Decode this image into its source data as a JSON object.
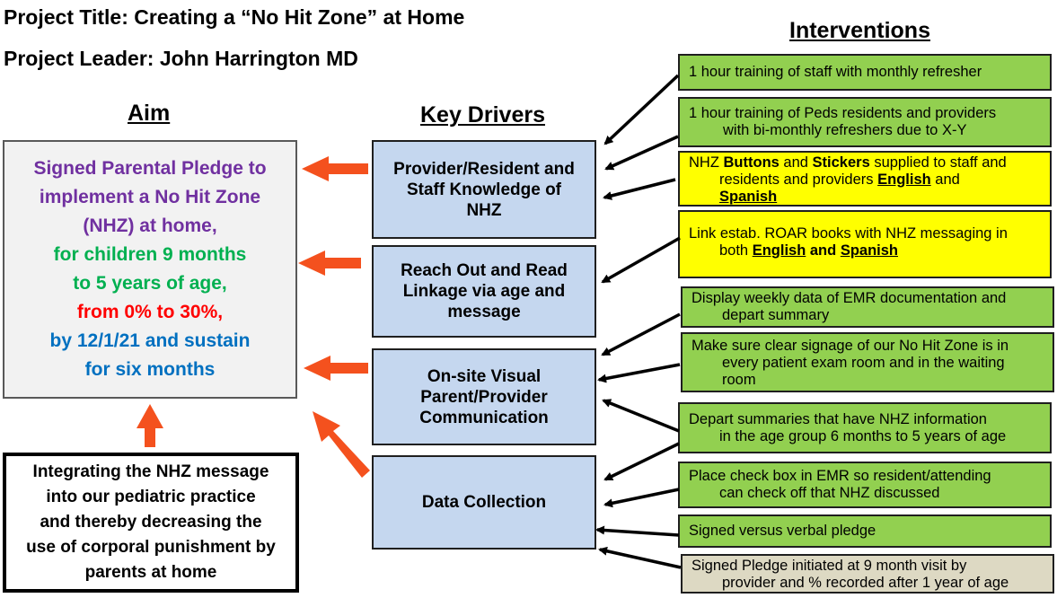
{
  "header": {
    "title": "Project Title: Creating a “No Hit Zone” at Home",
    "leader": "Project Leader: John Harrington MD"
  },
  "columns": {
    "aim": "Aim",
    "key_drivers": "Key Drivers",
    "interventions": "Interventions"
  },
  "aim": {
    "line1": "Signed Parental Pledge to",
    "line2": "implement a No Hit Zone",
    "line3": "(NHZ) at home,",
    "line4": "for children 9 months",
    "line5": "to 5 years of age,",
    "line6": "from 0% to 30%,",
    "line7": "by 12/1/21 and sustain",
    "line8": "for six months",
    "colors": {
      "purple": "#7030a0",
      "green": "#00b050",
      "red": "#ff0000",
      "blue": "#0070c0"
    }
  },
  "global_aim": {
    "line1": "Integrating the NHZ message",
    "line2": "into our pediatric practice",
    "line3": "and thereby decreasing the",
    "line4": "use of corporal punishment by",
    "line5": "parents at home"
  },
  "drivers": [
    {
      "line1": "Provider/Resident and",
      "line2": "Staff Knowledge of",
      "line3": "NHZ"
    },
    {
      "line1": "Reach Out and Read",
      "line2": "Linkage via age and",
      "line3": "message"
    },
    {
      "line1": "On-site Visual",
      "line2": "Parent/Provider",
      "line3": "Communication"
    },
    {
      "line1": "Data Collection"
    }
  ],
  "interventions": [
    {
      "line1": "1 hour training of staff with monthly refresher",
      "color": "#92d050"
    },
    {
      "line1": "1 hour training of Peds residents and providers",
      "line2": "with bi-monthly refreshers due to X-Y",
      "color": "#92d050"
    },
    {
      "t1": "NHZ ",
      "b1": "Buttons",
      "t2": " and ",
      "b2": "Stickers",
      "t3": " supplied to staff and",
      "line2": "residents and providers ",
      "u1": "English",
      "t4": " and",
      "u2": "Spanish",
      "color": "#ffff00"
    },
    {
      "line1": "Link estab. ROAR books with NHZ messaging in",
      "line2": "both ",
      "u1": "English",
      "t2": " and ",
      "u2": "Spanish",
      "color": "#ffff00"
    },
    {
      "line1": "Display weekly data of EMR documentation and",
      "line2": "depart summary",
      "color": "#92d050"
    },
    {
      "line1": "Make sure clear signage of our No Hit Zone is in",
      "line2": "every patient exam room and in the waiting",
      "line3": "room",
      "color": "#92d050"
    },
    {
      "line1": "Depart summaries that have NHZ information",
      "line2": "in the age group 6 months to 5 years of age",
      "color": "#92d050"
    },
    {
      "line1": "Place check box in EMR so resident/attending",
      "line2": "can check off that NHZ discussed",
      "color": "#92d050"
    },
    {
      "line1": "Signed versus verbal pledge",
      "color": "#92d050"
    },
    {
      "line1": "Signed Pledge initiated at 9 month visit by",
      "line2": "provider and % recorded after 1 year of age",
      "color": "#ddd9c3"
    }
  ],
  "arrow_colors": {
    "red": "#f4511e",
    "black": "#000000"
  }
}
